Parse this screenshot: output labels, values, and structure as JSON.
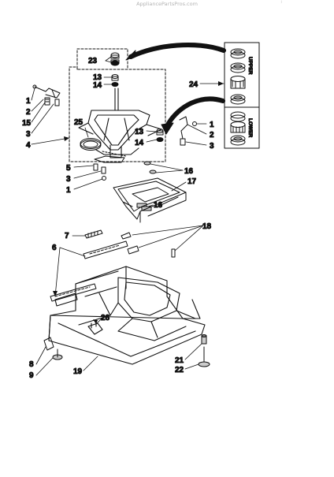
{
  "header": {
    "watermark": "AppliancePartsPros.com",
    "corner_mark": "ı"
  },
  "callouts": {
    "c1a": "1",
    "c2a": "2",
    "c15": "15",
    "c3a": "3",
    "c4": "4",
    "c25": "25",
    "c5": "5",
    "c3b": "3",
    "c1b": "1",
    "c23": "23",
    "c13a": "13",
    "c14a": "14",
    "c13b": "13",
    "c14b": "14",
    "c24": "24",
    "c1c": "1",
    "c2c": "2",
    "c3c": "3",
    "c16a": "16",
    "c17": "17",
    "c16b": "16",
    "c7": "7",
    "c6": "6",
    "c18": "18",
    "c26": "26",
    "c8": "8",
    "c9": "9",
    "c19": "19",
    "c21": "21",
    "c22": "22"
  },
  "bearing_labels": {
    "upper": "UPPER",
    "lower": "LOWER"
  }
}
